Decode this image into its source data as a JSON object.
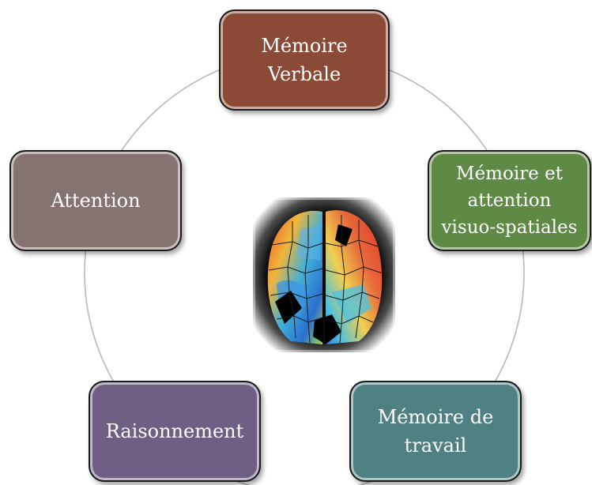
{
  "nodes": {
    "memoire_verbale": {
      "lines": [
        "Mémoire",
        "Verbale"
      ],
      "color": "#8a4a35"
    },
    "visuo_spatiales": {
      "lines": [
        "Mémoire et",
        "attention",
        "visuo-spatiales"
      ],
      "color": "#5e8a46"
    },
    "memoire_travail": {
      "lines": [
        "Mémoire de",
        "travail"
      ],
      "color": "#4f8183"
    },
    "raisonnement": {
      "lines": [
        "Raisonnement"
      ],
      "color": "#6f5f84"
    },
    "attention": {
      "lines": [
        "Attention"
      ],
      "color": "#857371"
    }
  },
  "center_image": {
    "icon": "brain-map-image"
  },
  "ring_color": "#b8b8b8"
}
